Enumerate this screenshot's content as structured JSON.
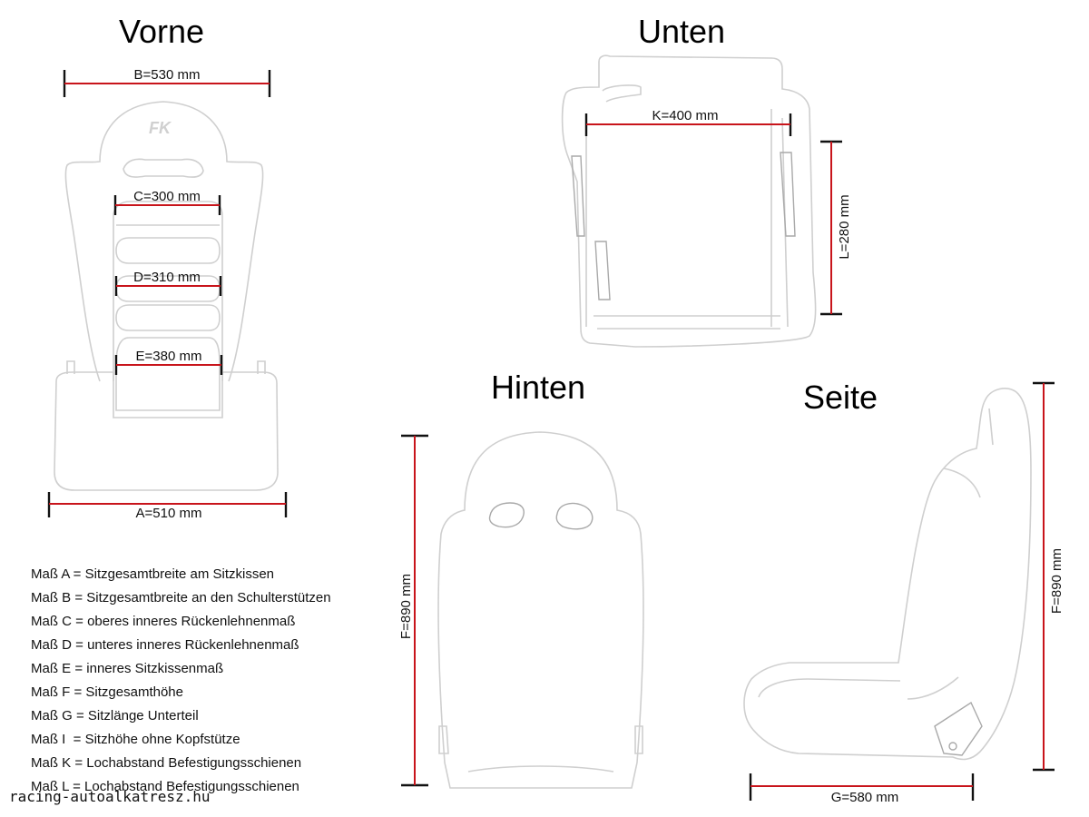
{
  "titles": {
    "front": "Vorne",
    "bottom": "Unten",
    "back": "Hinten",
    "side": "Seite"
  },
  "dimensions": {
    "B": "B=530 mm",
    "C": "C=300 mm",
    "D": "D=310 mm",
    "E": "E=380 mm",
    "A": "A=510 mm",
    "K": "K=400 mm",
    "L": "L=280 mm",
    "F_back": "F=890 mm",
    "F_side": "F=890 mm",
    "G": "G=580 mm"
  },
  "legend": [
    "Maß A = Sitzgesamtbreite am Sitzkissen",
    "Maß B = Sitzgesamtbreite an den Schulterstützen",
    "Maß C = oberes inneres Rückenlehnenmaß",
    "Maß D = unteres inneres Rückenlehnenmaß",
    "Maß E = inneres Sitzkissenmaß",
    "Maß F = Sitzgesamthöhe",
    "Maß G = Sitzlänge Unterteil",
    "Maß I  = Sitzhöhe ohne Kopfstütze",
    "Maß K = Lochabstand Befestigungsschienen",
    "Maß L = Lochabstand Befestigungsschienen"
  ],
  "footer": "racing-autoalkatresz.hu",
  "logo_text": "FK",
  "colors": {
    "dimension_line": "#c8141b",
    "outline": "#cfcfcf"
  }
}
